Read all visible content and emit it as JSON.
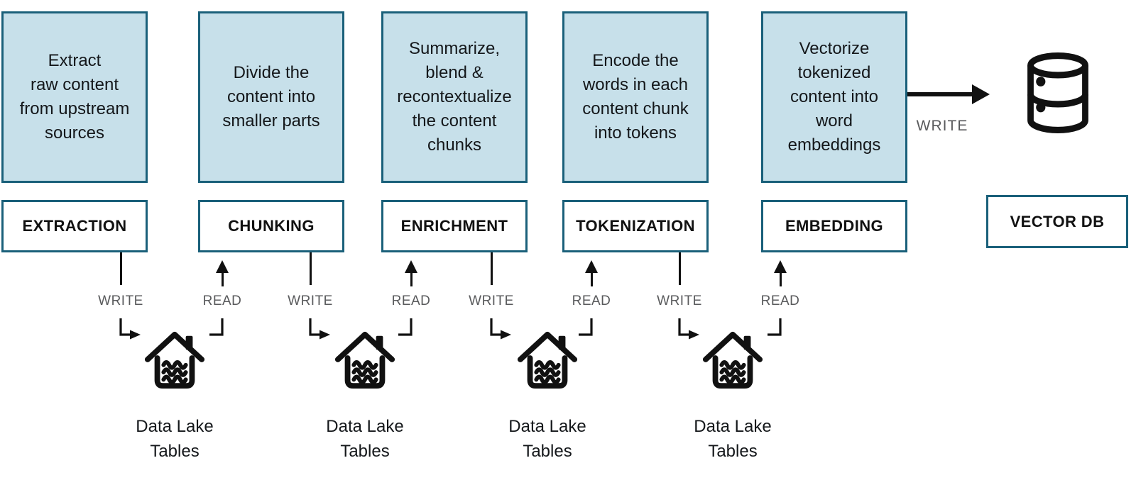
{
  "palette": {
    "box_fill": "#c7e0ea",
    "box_border": "#1a607a",
    "line_color": "#111111",
    "muted_label": "#595a5c",
    "text": "#14171a"
  },
  "stages": [
    {
      "description": "Extract\nraw content\nfrom upstream\nsources",
      "label": "EXTRACTION"
    },
    {
      "description": "Divide the\ncontent into\nsmaller parts",
      "label": "CHUNKING"
    },
    {
      "description": "Summarize,\nblend &\nrecontextualize\nthe content\nchunks",
      "label": "ENRICHMENT"
    },
    {
      "description": "Encode the\nwords in each\ncontent chunk\ninto tokens",
      "label": "TOKENIZATION"
    },
    {
      "description": "Vectorize\ntokenized\ncontent into\nword\nembeddings",
      "label": "EMBEDDING"
    }
  ],
  "flows": [
    {
      "write_label": "WRITE",
      "read_label": "READ",
      "store_name": "Data Lake\nTables",
      "icon": "lakehouse-icon"
    },
    {
      "write_label": "WRITE",
      "read_label": "READ",
      "store_name": "Data Lake\nTables",
      "icon": "lakehouse-icon"
    },
    {
      "write_label": "WRITE",
      "read_label": "READ",
      "store_name": "Data Lake\nTables",
      "icon": "lakehouse-icon"
    },
    {
      "write_label": "WRITE",
      "read_label": "READ",
      "store_name": "Data Lake\nTables",
      "icon": "lakehouse-icon"
    }
  ],
  "vector_db": {
    "write_label": "WRITE",
    "label": "VECTOR DB",
    "icon": "database-icon"
  }
}
